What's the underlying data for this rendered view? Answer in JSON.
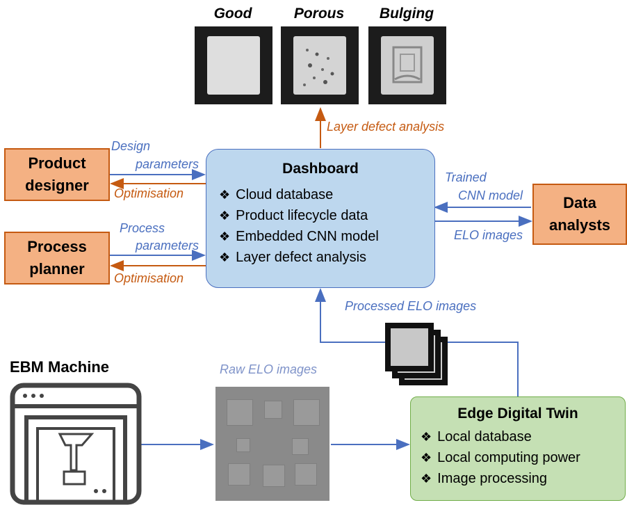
{
  "defect_images": {
    "good_label": "Good",
    "porous_label": "Porous",
    "bulging_label": "Bulging"
  },
  "layer_defect_label": "Layer defect analysis",
  "product_designer": {
    "label_line1": "Product",
    "label_line2": "designer",
    "input_line1": "Design",
    "input_line2": "parameters",
    "output": "Optimisation"
  },
  "process_planner": {
    "label_line1": "Process",
    "label_line2": "planner",
    "input_line1": "Process",
    "input_line2": "parameters",
    "output": "Optimisation"
  },
  "dashboard": {
    "title": "Dashboard",
    "items": [
      "Cloud database",
      "Product lifecycle data",
      "Embedded CNN model",
      "Layer defect analysis"
    ]
  },
  "data_analysts": {
    "label_line1": "Data",
    "label_line2": "analysts",
    "input_line1": "Trained",
    "input_line2": "CNN model",
    "output": "ELO images"
  },
  "processed_label": "Processed ELO images",
  "raw_label": "Raw ELO images",
  "machine_label": "EBM Machine",
  "edge": {
    "title": "Edge Digital Twin",
    "items": [
      "Local database",
      "Local computing power",
      "Image processing"
    ]
  },
  "colors": {
    "blue_arrow": "#4a6fbf",
    "orange_arrow": "#c55a11",
    "dashboard_fill": "#bdd7ee",
    "role_fill": "#f4b183",
    "edge_fill": "#c5e0b4"
  }
}
